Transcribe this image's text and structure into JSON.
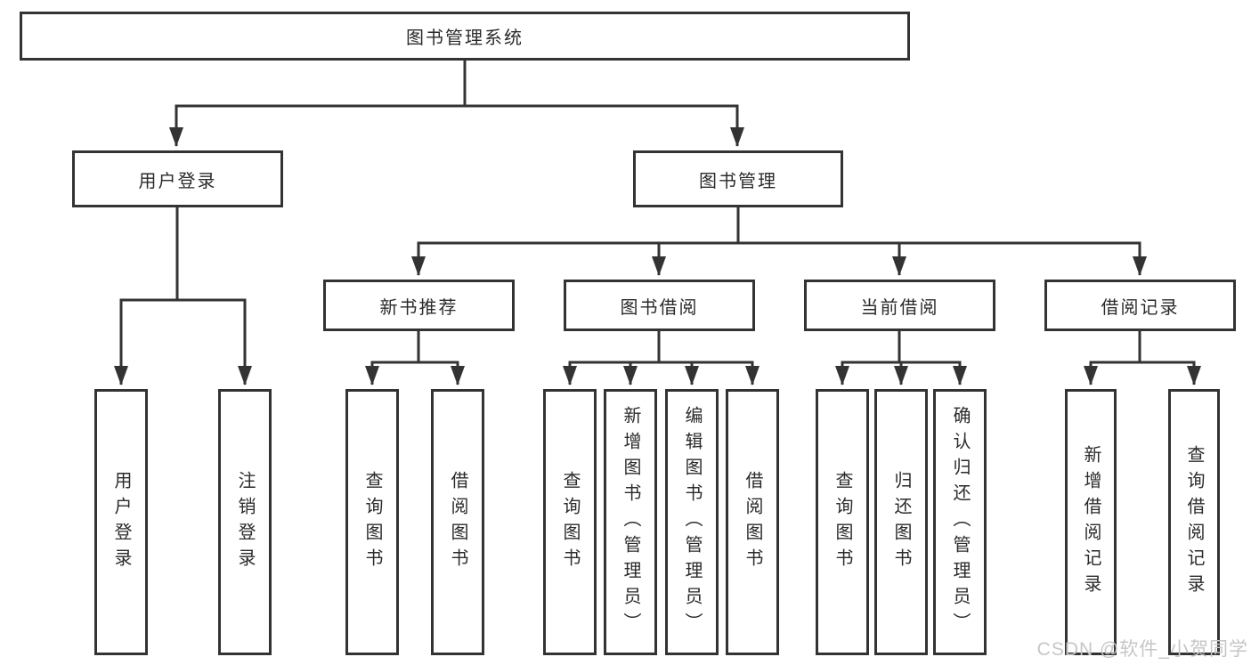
{
  "colors": {
    "line": "#333333",
    "text": "#2b2b2b",
    "box_background": "#ffffff",
    "page_background": "#ffffff",
    "watermark": "#c6c6c6"
  },
  "watermark": {
    "text": "CSDN @软件_小贺同学"
  },
  "diagram": {
    "root": {
      "label": "图书管理系统"
    },
    "branches": [
      {
        "label": "用户登录",
        "children": [
          {
            "label": "用户登录"
          },
          {
            "label": "注销登录"
          }
        ]
      },
      {
        "label": "图书管理",
        "children": [
          {
            "label": "新书推荐",
            "children": [
              {
                "label": "查询图书"
              },
              {
                "label": "借阅图书"
              }
            ]
          },
          {
            "label": "图书借阅",
            "children": [
              {
                "label": "查询图书"
              },
              {
                "label": "新增图书（管理员）"
              },
              {
                "label": "编辑图书（管理员）"
              },
              {
                "label": "借阅图书"
              }
            ]
          },
          {
            "label": "当前借阅",
            "children": [
              {
                "label": "查询图书"
              },
              {
                "label": "归还图书"
              },
              {
                "label": "确认归还（管理员）"
              }
            ]
          },
          {
            "label": "借阅记录",
            "children": [
              {
                "label": "新增借阅记录"
              },
              {
                "label": "查询借阅记录"
              }
            ]
          }
        ]
      }
    ]
  }
}
